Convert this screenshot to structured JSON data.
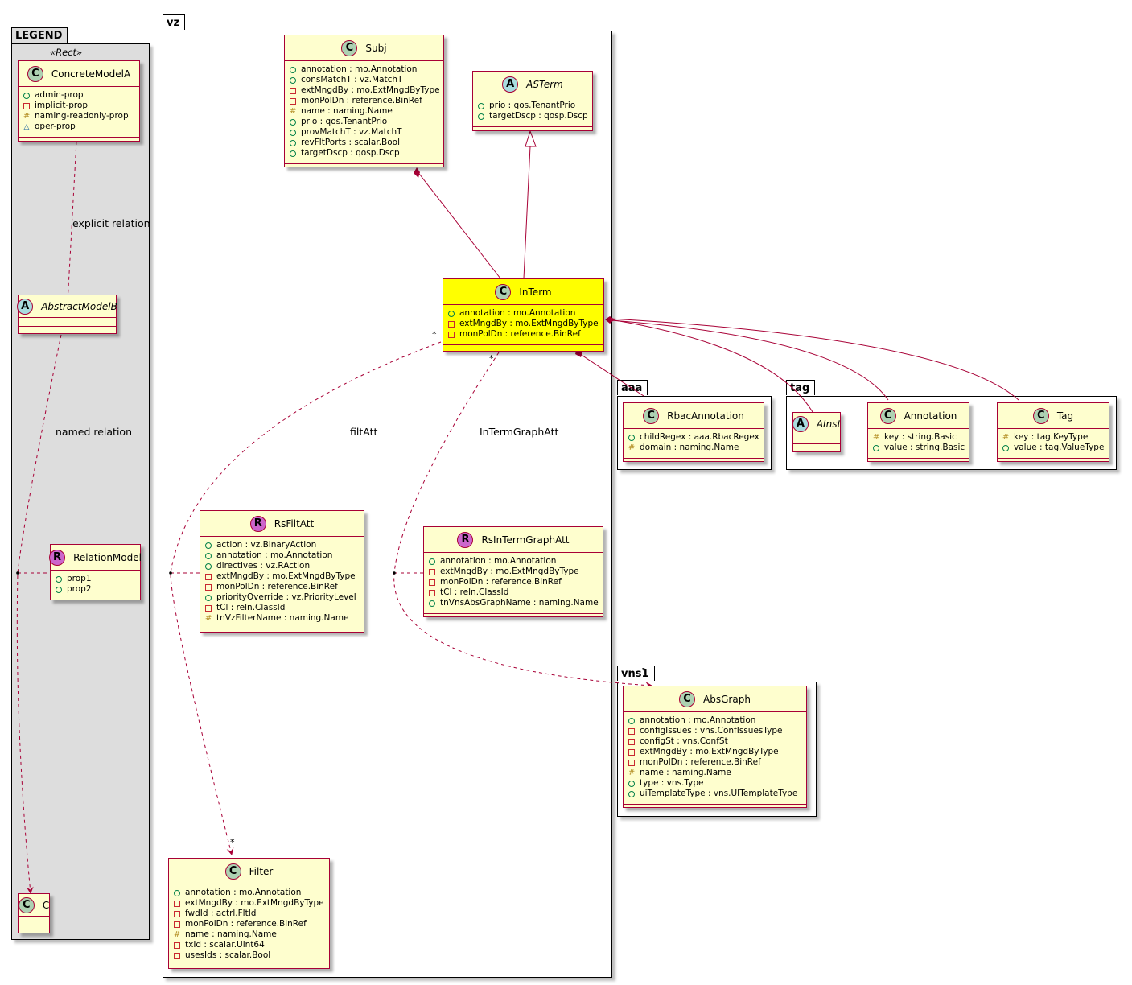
{
  "packages": {
    "legend": {
      "name": "LEGEND",
      "stereotype": "«Rect»"
    },
    "vz": {
      "name": "vz"
    },
    "aaa": {
      "name": "aaa"
    },
    "tag": {
      "name": "tag"
    },
    "vns1": {
      "name": "vns1"
    }
  },
  "classes": {
    "concrete_model_a": {
      "name": "ConcreteModelA",
      "kind": "C",
      "attrs": [
        {
          "v": "pub",
          "t": "admin-prop"
        },
        {
          "v": "priv",
          "t": "implicit-prop"
        },
        {
          "v": "prot",
          "t": "naming-readonly-prop"
        },
        {
          "v": "pkgv",
          "t": "oper-prop"
        }
      ]
    },
    "abstract_model_b": {
      "name": "AbstractModelB",
      "kind": "A",
      "attrs": []
    },
    "relation_model": {
      "name": "RelationModel",
      "kind": "R",
      "attrs": [
        {
          "v": "pub",
          "t": "prop1"
        },
        {
          "v": "pub",
          "t": "prop2"
        }
      ]
    },
    "c": {
      "name": "C",
      "kind": "C",
      "attrs": []
    },
    "subj": {
      "name": "Subj",
      "kind": "C",
      "attrs": [
        {
          "v": "pub",
          "t": "annotation : mo.Annotation"
        },
        {
          "v": "pub",
          "t": "consMatchT : vz.MatchT"
        },
        {
          "v": "priv",
          "t": "extMngdBy : mo.ExtMngdByType"
        },
        {
          "v": "priv",
          "t": "monPolDn : reference.BinRef"
        },
        {
          "v": "prot",
          "t": "name : naming.Name"
        },
        {
          "v": "pub",
          "t": "prio : qos.TenantPrio"
        },
        {
          "v": "pub",
          "t": "provMatchT : vz.MatchT"
        },
        {
          "v": "pub",
          "t": "revFltPorts : scalar.Bool"
        },
        {
          "v": "pub",
          "t": "targetDscp : qosp.Dscp"
        }
      ]
    },
    "asterm": {
      "name": "ASTerm",
      "kind": "A",
      "attrs": [
        {
          "v": "pub",
          "t": "prio : qos.TenantPrio"
        },
        {
          "v": "pub",
          "t": "targetDscp : qosp.Dscp"
        }
      ]
    },
    "interm": {
      "name": "InTerm",
      "kind": "C",
      "attrs": [
        {
          "v": "pub",
          "t": "annotation : mo.Annotation"
        },
        {
          "v": "priv",
          "t": "extMngdBy : mo.ExtMngdByType"
        },
        {
          "v": "priv",
          "t": "monPolDn : reference.BinRef"
        }
      ]
    },
    "rsfiltatt": {
      "name": "RsFiltAtt",
      "kind": "R",
      "attrs": [
        {
          "v": "pub",
          "t": "action : vz.BinaryAction"
        },
        {
          "v": "pub",
          "t": "annotation : mo.Annotation"
        },
        {
          "v": "pub",
          "t": "directives : vz.RAction"
        },
        {
          "v": "priv",
          "t": "extMngdBy : mo.ExtMngdByType"
        },
        {
          "v": "priv",
          "t": "monPolDn : reference.BinRef"
        },
        {
          "v": "pub",
          "t": "priorityOverride : vz.PriorityLevel"
        },
        {
          "v": "priv",
          "t": "tCl : reln.ClassId"
        },
        {
          "v": "prot",
          "t": "tnVzFilterName : naming.Name"
        }
      ]
    },
    "rsintermgraphatt": {
      "name": "RsInTermGraphAtt",
      "kind": "R",
      "attrs": [
        {
          "v": "pub",
          "t": "annotation : mo.Annotation"
        },
        {
          "v": "priv",
          "t": "extMngdBy : mo.ExtMngdByType"
        },
        {
          "v": "priv",
          "t": "monPolDn : reference.BinRef"
        },
        {
          "v": "priv",
          "t": "tCl : reln.ClassId"
        },
        {
          "v": "pub",
          "t": "tnVnsAbsGraphName : naming.Name"
        }
      ]
    },
    "filter": {
      "name": "Filter",
      "kind": "C",
      "attrs": [
        {
          "v": "pub",
          "t": "annotation : mo.Annotation"
        },
        {
          "v": "priv",
          "t": "extMngdBy : mo.ExtMngdByType"
        },
        {
          "v": "priv",
          "t": "fwdId : actrl.FltId"
        },
        {
          "v": "priv",
          "t": "monPolDn : reference.BinRef"
        },
        {
          "v": "prot",
          "t": "name : naming.Name"
        },
        {
          "v": "priv",
          "t": "txId : scalar.Uint64"
        },
        {
          "v": "priv",
          "t": "usesIds : scalar.Bool"
        }
      ]
    },
    "rbac_annotation": {
      "name": "RbacAnnotation",
      "kind": "C",
      "attrs": [
        {
          "v": "pub",
          "t": "childRegex : aaa.RbacRegex"
        },
        {
          "v": "prot",
          "t": "domain : naming.Name"
        }
      ]
    },
    "ainst": {
      "name": "AInst",
      "kind": "A",
      "attrs": []
    },
    "annotation": {
      "name": "Annotation",
      "kind": "C",
      "attrs": [
        {
          "v": "prot",
          "t": "key : string.Basic"
        },
        {
          "v": "pub",
          "t": "value : string.Basic"
        }
      ]
    },
    "tag": {
      "name": "Tag",
      "kind": "C",
      "attrs": [
        {
          "v": "prot",
          "t": "key : tag.KeyType"
        },
        {
          "v": "pub",
          "t": "value : tag.ValueType"
        }
      ]
    },
    "absgraph": {
      "name": "AbsGraph",
      "kind": "C",
      "attrs": [
        {
          "v": "pub",
          "t": "annotation : mo.Annotation"
        },
        {
          "v": "priv",
          "t": "configIssues : vns.ConfIssuesType"
        },
        {
          "v": "priv",
          "t": "configSt : vns.ConfSt"
        },
        {
          "v": "priv",
          "t": "extMngdBy : mo.ExtMngdByType"
        },
        {
          "v": "priv",
          "t": "monPolDn : reference.BinRef"
        },
        {
          "v": "prot",
          "t": "name : naming.Name"
        },
        {
          "v": "pub",
          "t": "type : vns.Type"
        },
        {
          "v": "pub",
          "t": "uiTemplateType : vns.UITemplateType"
        }
      ]
    }
  },
  "relations": {
    "explicit": "explicit relation",
    "named": "named relation",
    "filtatt": "filtAtt",
    "intermgraphatt": "InTermGraphAtt",
    "mult_star": "*",
    "mult_vns": "1"
  },
  "colors": {
    "class_fill": "#FEFECE",
    "class_border": "#A80036",
    "highlight": "#FFFF00",
    "legend_bg": "#DDDDDD"
  }
}
